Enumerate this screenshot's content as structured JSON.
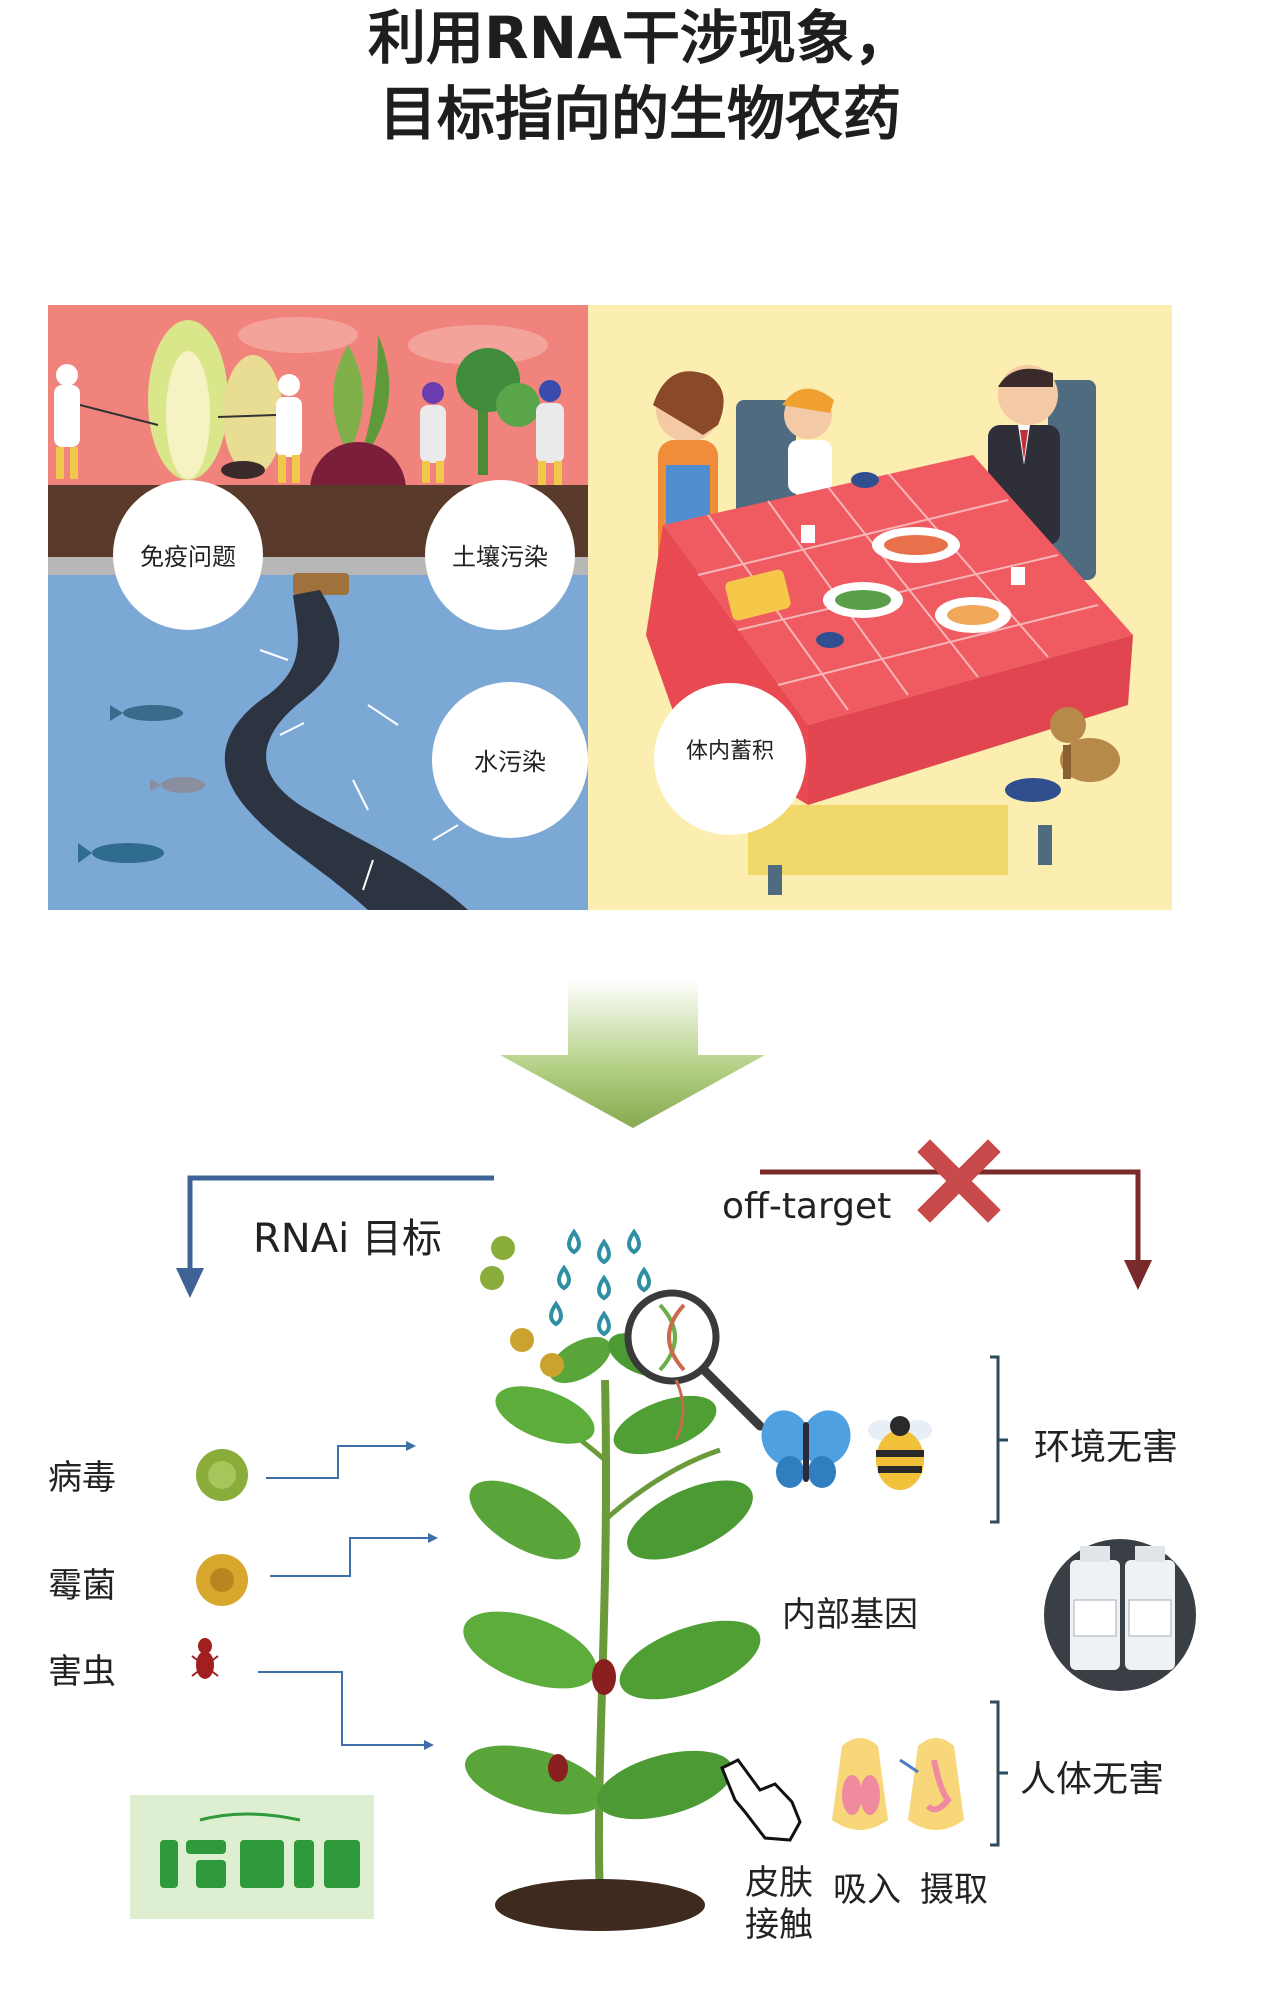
{
  "title": {
    "line1": "利用RNA干涉现象，",
    "line2": "目标指向的生物农药"
  },
  "problems": {
    "immune": "免疫问题",
    "soil": "土壤污染",
    "water": "水污染",
    "accumulation": "体内蓄积"
  },
  "paths": {
    "rnai_target": "RNAi 目标",
    "off_target": "off-target"
  },
  "targets": {
    "virus": "病毒",
    "fungus": "霉菌",
    "pest": "害虫"
  },
  "plant": {
    "internal_gene": "内部基因"
  },
  "safety": {
    "environment": "环境无害",
    "human": "人体无害"
  },
  "exposure": {
    "skin_line1": "皮肤",
    "skin_line2": "接触",
    "inhale": "吸入",
    "ingest": "摄取"
  },
  "colors": {
    "rnai_arrow": "#3f6397",
    "off_target_arrow": "#7a2a2a",
    "cross": "#c84a4a",
    "green_arrow": "#8fb25a",
    "pool": "#7ba8d4",
    "field_bg": "#f0847c",
    "dining_bg": "#fbeeb0",
    "tablecloth": "#ef5b61"
  }
}
